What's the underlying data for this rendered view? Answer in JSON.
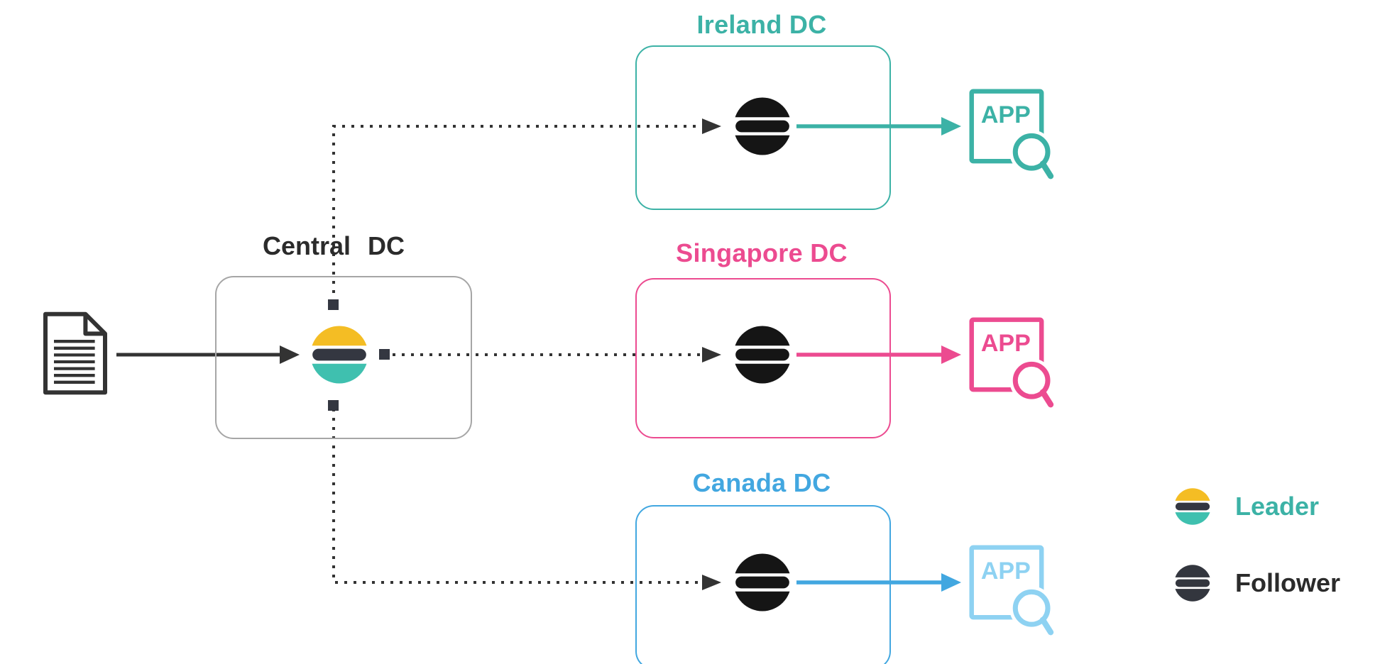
{
  "colors": {
    "dark": "#333333",
    "text_dark": "#2b2b2b",
    "gray_border": "#a6a6a6",
    "teal": "#3cb2a6",
    "pink": "#ec4b90",
    "blue": "#42a7e0",
    "light_blue": "#8ed2f2",
    "logo_yellow": "#f4bd24",
    "logo_dark": "#343741",
    "logo_teal": "#3fc0af",
    "black_logo": "#151515",
    "legend_dark": "#33363e"
  },
  "central": {
    "label_1": "Central",
    "label_2": "DC"
  },
  "datacenters": [
    {
      "label": "Ireland DC",
      "app_label": "APP"
    },
    {
      "label": "Singapore DC",
      "app_label": "APP"
    },
    {
      "label": "Canada DC",
      "app_label": "APP"
    }
  ],
  "legend": [
    {
      "label": "Leader"
    },
    {
      "label": "Follower"
    }
  ],
  "icons": {
    "document": "document-icon",
    "leader_logo": "elasticsearch-logo-colored",
    "follower_logo": "elasticsearch-logo-black",
    "app": "app-search-icon",
    "magnifier": "magnifier-icon"
  }
}
